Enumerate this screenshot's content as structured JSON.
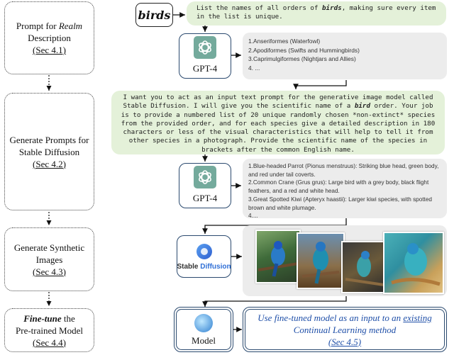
{
  "stages": [
    {
      "pre": "Prompt for ",
      "em": "Realm",
      "line2": "Description",
      "sec": "(Sec 4.1)"
    },
    {
      "line1": "Generate Prompts for",
      "line2": "Stable Diffusion",
      "sec": "(Sec 4.2)"
    },
    {
      "line1": "Generate Synthetic",
      "line2": "Images",
      "sec": "(Sec 4.3)"
    },
    {
      "em": "Fine-tune",
      "post": " the",
      "line2": "Pre-trained Model",
      "sec": "(Sec 4.4)"
    }
  ],
  "realm_keyword": "birds",
  "prompt1": {
    "pre": "List the names of all orders of ",
    "em": "birds",
    "post": ", making sure every item in the list is unique."
  },
  "gpt_label": "GPT-4",
  "output1": [
    "1.Anseriformes (Waterfowl)",
    "2.Apodiformes (Swifts and Hummingbirds)",
    "3.Caprimulgiformes (Nightjars and Allies)",
    "4. ..."
  ],
  "prompt2": {
    "pre": "I want you to act as an input text prompt for the generative image model called Stable Diffusion. I will give you the scientific name of a ",
    "em": "bird",
    "post": " order. Your job is to provide a numbered list of 20 unique randomly chosen *non-extinct* species from the provided order, and for each species give a detailed description in 180 characters or less of the visual characteristics that will help to tell it from other species in a photograph. Provide the scientific name of the species in brackets after the common English name."
  },
  "output2": [
    "1.Blue-headed Parrot (Pionus menstruus): Striking blue head, green body, and red under tail coverts.",
    "2.Common Crane (Grus grus): Large bird with a grey body, black flight feathers, and a red and white head.",
    "3.Great Spotted Kiwi (Apteryx haastii): Larger kiwi species, with spotted brown and white plumage.",
    "4...."
  ],
  "sd_label": {
    "part1": "Stable ",
    "part2": "Diffusion"
  },
  "model_label": "Model",
  "final": {
    "line1_pre": "Use fine-tuned model as an input to an ",
    "line1_u": "existing",
    "line2": "Continual Learning method",
    "sec": "(Sec 4.5)"
  },
  "colors": {
    "prompt_bg": "#e4f1d9",
    "output_bg": "#ececec",
    "tool_border": "#2b4a6f",
    "final_text": "#1f4fa8",
    "sd_blue": "#2f6fd6"
  }
}
